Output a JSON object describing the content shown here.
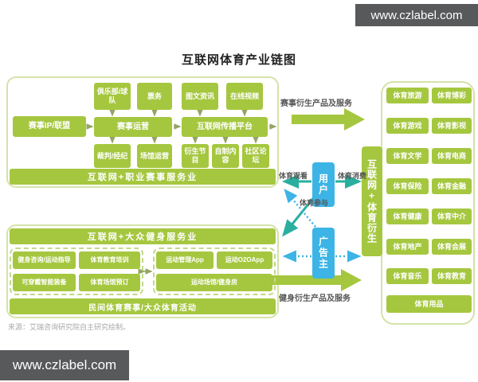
{
  "title": "互联网体育产业链图",
  "source_note": "来源：艾瑞咨询研究院自主研究绘制。",
  "watermark_top": "www.czlabel.com",
  "watermark_bottom": "www.czlabel.com",
  "colors": {
    "box_green": "#a5c73f",
    "pale_border": "#d4e3a8",
    "blue": "#3cb4e5",
    "teal_arrow": "#2aaf9f",
    "watermark_bg": "#58595b"
  },
  "pro_section": {
    "label": "互联网+职业赛事服务业",
    "event_ip": "赛事IP/联盟",
    "club": "俱乐部/球队",
    "ticketing": "票务",
    "event_operation": "赛事运营",
    "referee": "裁判/经纪",
    "venue_operation": "场馆运营",
    "info": "图文资讯",
    "online_video": "在线视频",
    "media_platform": "互联网传播平台",
    "derivative_program": "衍生节目",
    "self_made_content": "自制内容",
    "community_forum": "社区论坛"
  },
  "fitness_section": {
    "label": "互联网+大众健身服务业",
    "consulting": "健身咨询/运动指导",
    "training": "体育教育培训",
    "wearable": "可穿戴智能装备",
    "venue_booking": "体育场馆预订",
    "management_app": "运动管理App",
    "o2o_app": "运动O2OApp",
    "gym": "运动场馆/健身房",
    "folk_events": "民间体育赛事/大众体育活动"
  },
  "middle": {
    "user": "用户",
    "advertiser": "广告主",
    "watch": "体育观看",
    "consume": "体育消费",
    "participate": "体育参与"
  },
  "big_arrows": {
    "event_derivative": "赛事衍生产品及服务",
    "fitness_derivative": "健身衍生产品及服务"
  },
  "derivative_column": {
    "label": "互联网+体育衍生",
    "items": [
      "体育旅游",
      "体育博彩",
      "体育游戏",
      "体育影视",
      "体育文学",
      "体育电商",
      "体育保险",
      "体育金融",
      "体育健康",
      "体育中介",
      "体育地产",
      "体育会展",
      "体育音乐",
      "体育教育"
    ],
    "wide_item": "体育用品"
  }
}
